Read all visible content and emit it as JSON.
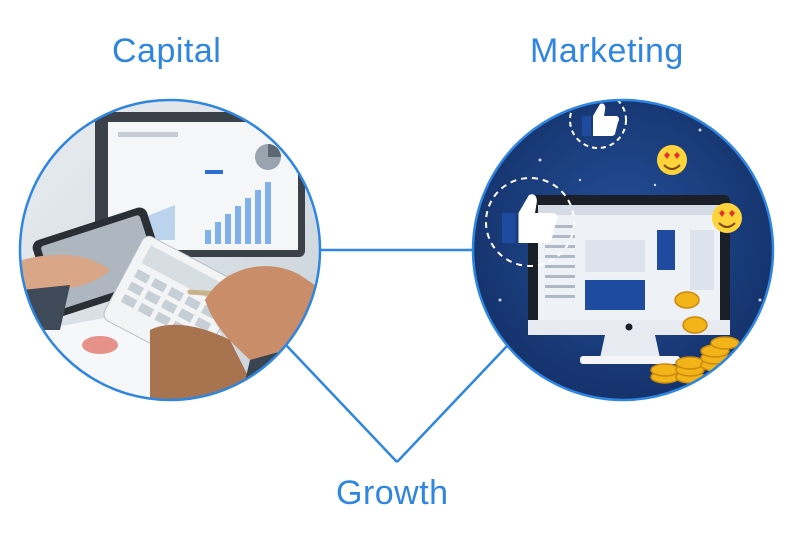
{
  "labels": {
    "capital": "Capital",
    "marketing": "Marketing",
    "growth": "Growth"
  },
  "colors": {
    "accent": "#2f86e0",
    "marketing_bg": "#173a7a",
    "coin": "#f2b418",
    "emoji": "#ffd43b"
  },
  "illustrations": {
    "capital": "hands-with-calculator-and-tablet-photo",
    "marketing": "computer-monitor-with-likes-emojis-and-coins"
  }
}
